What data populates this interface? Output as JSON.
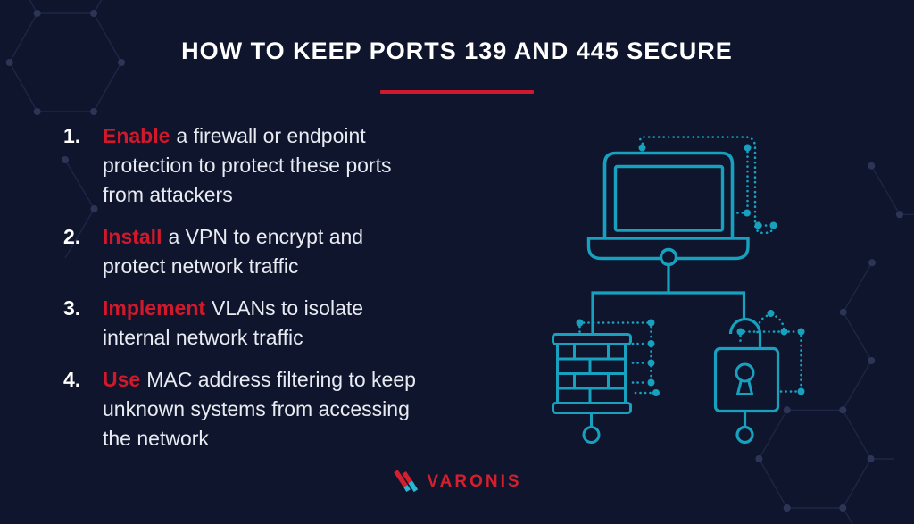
{
  "title": "HOW TO KEEP PORTS 139 AND 445 SECURE",
  "list": {
    "items": [
      {
        "number": "1.",
        "lead": "Enable",
        "rest": "a firewall or endpoint protection to protect these ports from attackers"
      },
      {
        "number": "2.",
        "lead": "Install",
        "rest": "a VPN to encrypt and protect network traffic"
      },
      {
        "number": "3.",
        "lead": "Implement",
        "rest": "VLANs to isolate internal network traffic"
      },
      {
        "number": "4.",
        "lead": "Use",
        "rest": "MAC address filtering to keep unknown systems from accessing the network"
      }
    ]
  },
  "illustration": {
    "icons": [
      "laptop-icon",
      "firewall-icon",
      "padlock-icon",
      "network-node-icon"
    ]
  },
  "logo": {
    "text": "VARONIS"
  },
  "colors": {
    "background": "#0f152c",
    "accent_red": "#d2182b",
    "illustration_teal": "#17a1bf",
    "body_text": "#e8ebf1",
    "title_text": "#ffffff",
    "hexagon_line": "#1e2646"
  }
}
